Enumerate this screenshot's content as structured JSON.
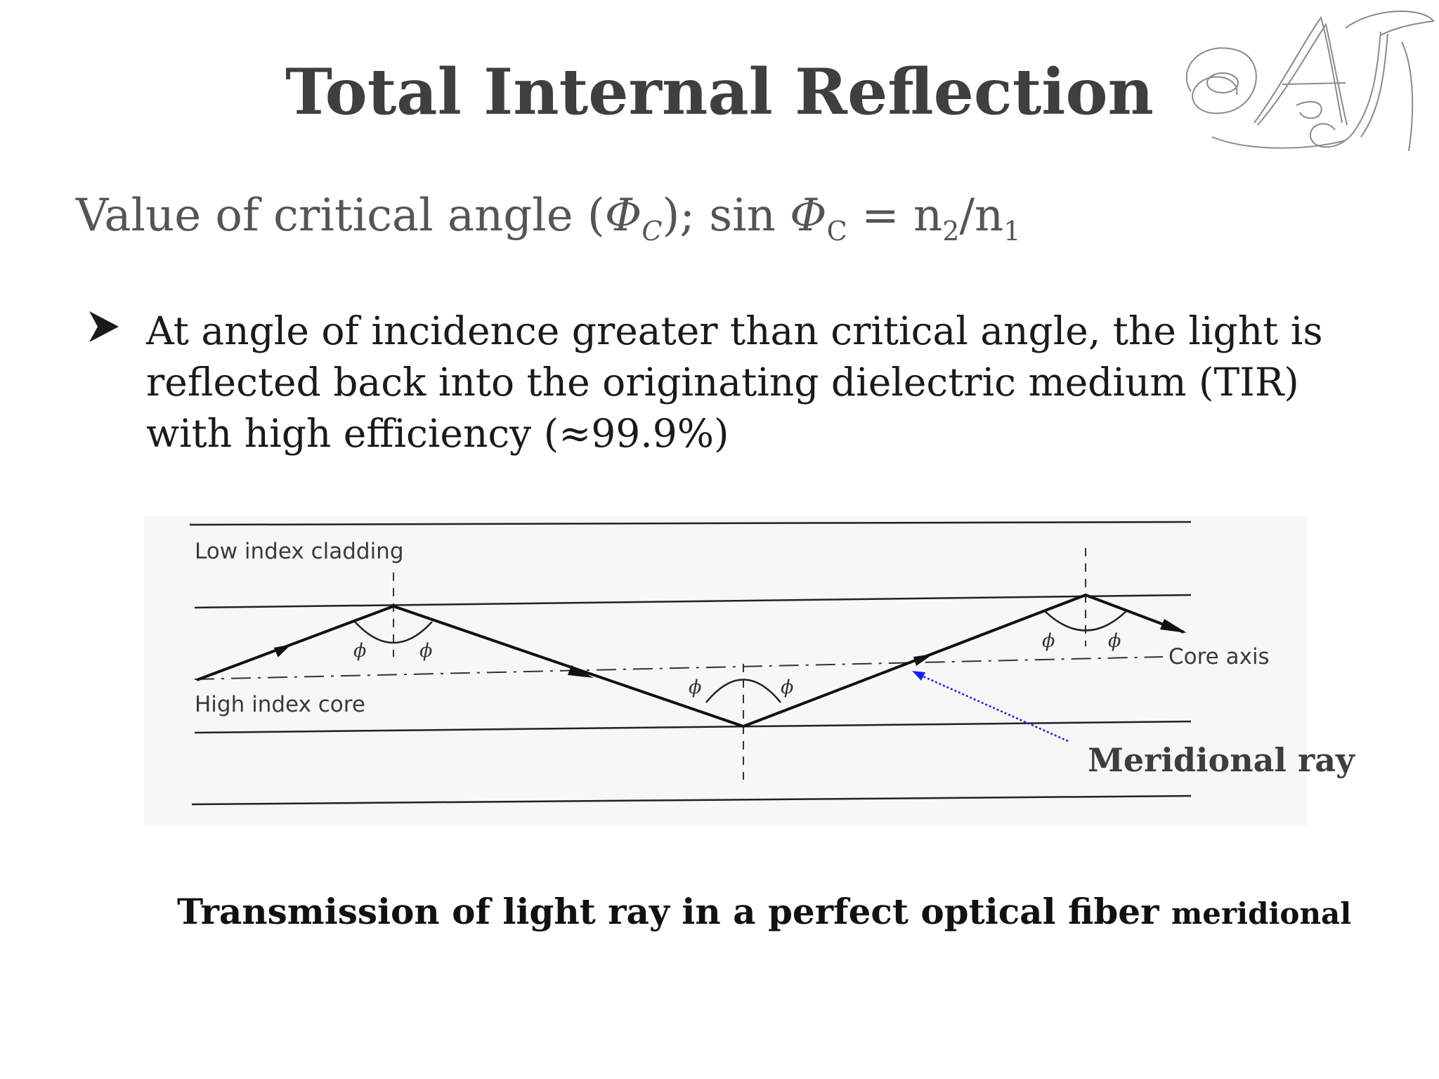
{
  "slide": {
    "title": "Total Internal Reflection",
    "logo_letters": "AJ"
  },
  "formula": {
    "prefix": "Value of critical angle (",
    "phi": "Φ",
    "sub_c_italic": "C",
    "mid": ");  sin ",
    "phi2": "Φ",
    "sub_c": "C",
    "equals": " = n",
    "sub_2": "2",
    "slash": "/n",
    "sub_1": "1"
  },
  "bullet": {
    "text": "At angle of incidence greater than critical angle, the light is reflected back into the originating dielectric medium (TIR) with high efficiency (≈99.9%)"
  },
  "figure": {
    "cladding_label": "Low index cladding",
    "core_label": "High index core",
    "axis_label": "Core axis",
    "angle_symbol": "ϕ",
    "pointer_label": "Meridional ray",
    "pointer_color": "#1a1aff"
  },
  "caption": {
    "main": "Transmission of light ray in a perfect optical fiber",
    "suffix": "meridional"
  }
}
